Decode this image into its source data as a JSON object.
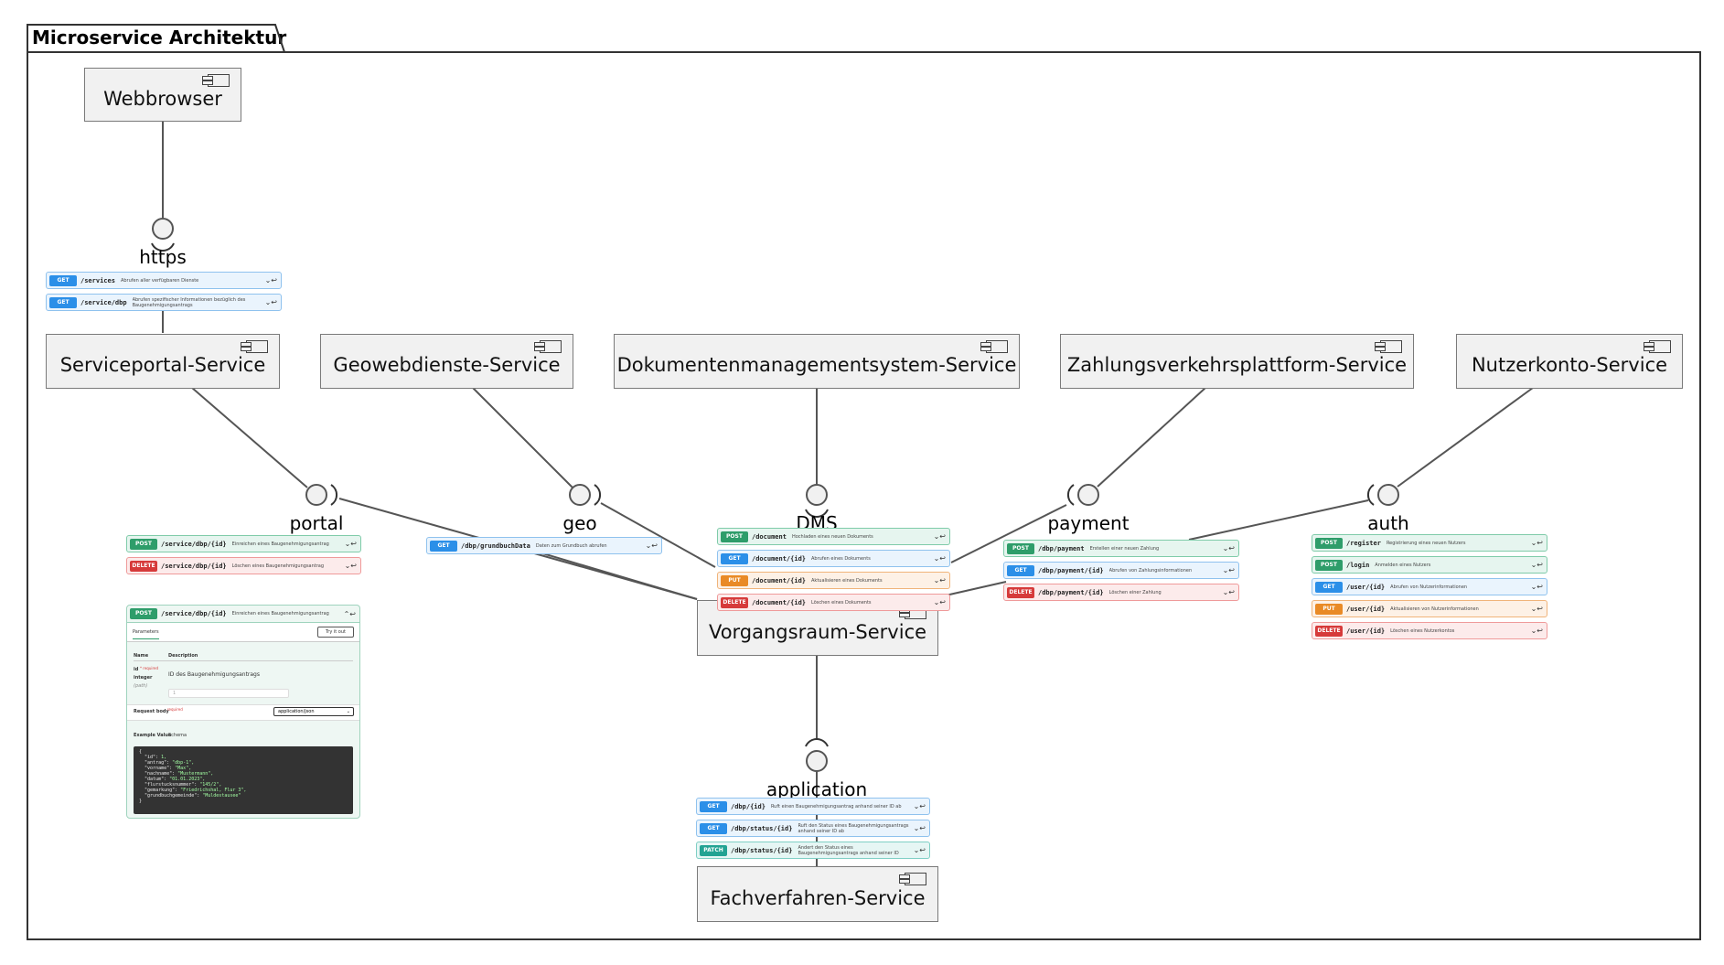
{
  "package": {
    "title": "Microservice Architektur"
  },
  "components": {
    "webbrowser": "Webbrowser",
    "serviceportal": "Serviceportal-Service",
    "geowebdienste": "Geowebdienste-Service",
    "dms": "Dokumentenmanagementsystem-Service",
    "zahlung": "Zahlungsverkehrsplattform-Service",
    "nutzerkonto": "Nutzerkonto-Service",
    "vorgangsraum": "Vorgangsraum-Service",
    "fachverfahren": "Fachverfahren-Service"
  },
  "interfaces": {
    "https": "https",
    "portal": "portal",
    "geo": "geo",
    "dms": "DMS",
    "payment": "payment",
    "auth": "auth",
    "application": "application"
  },
  "endpoints": {
    "https": [
      {
        "method": "GET",
        "path": "/services",
        "desc": "Abrufen aller verfügbaren Dienste"
      },
      {
        "method": "GET",
        "path": "/service/dbp",
        "desc": "Abrufen spezifischer Informationen bezüglich des Baugenehmigungsantrags"
      }
    ],
    "portal": [
      {
        "method": "POST",
        "path": "/service/dbp/{id}",
        "desc": "Einreichen eines Baugenehmigungsantrag"
      },
      {
        "method": "DELETE",
        "path": "/service/dbp/{id}",
        "desc": "Löschen eines Baugenehmigungsantrag"
      }
    ],
    "geo": [
      {
        "method": "GET",
        "path": "/dbp/grundbuchData",
        "desc": "Daten zum Grundbuch abrufen"
      }
    ],
    "dms": [
      {
        "method": "POST",
        "path": "/document",
        "desc": "Hochladen eines neuen Dokuments"
      },
      {
        "method": "GET",
        "path": "/document/{id}",
        "desc": "Abrufen eines Dokuments"
      },
      {
        "method": "PUT",
        "path": "/document/{id}",
        "desc": "Aktualisieren eines Dokuments"
      },
      {
        "method": "DELETE",
        "path": "/document/{id}",
        "desc": "Löschen eines Dokuments"
      }
    ],
    "payment": [
      {
        "method": "POST",
        "path": "/dbp/payment",
        "desc": "Erstellen einer neuen Zahlung"
      },
      {
        "method": "GET",
        "path": "/dbp/payment/{id}",
        "desc": "Abrufen von Zahlungsinformationen"
      },
      {
        "method": "DELETE",
        "path": "/dbp/payment/{id}",
        "desc": "Löschen einer Zahlung"
      }
    ],
    "auth": [
      {
        "method": "POST",
        "path": "/register",
        "desc": "Registrierung eines neuen Nutzers"
      },
      {
        "method": "POST",
        "path": "/login",
        "desc": "Anmelden eines Nutzers"
      },
      {
        "method": "GET",
        "path": "/user/{id}",
        "desc": "Abrufen von Nutzerinformationen"
      },
      {
        "method": "PUT",
        "path": "/user/{id}",
        "desc": "Aktualisieren von Nutzerinformationen"
      },
      {
        "method": "DELETE",
        "path": "/user/{id}",
        "desc": "Löschen eines Nutzerkontos"
      }
    ],
    "application": [
      {
        "method": "GET",
        "path": "/dbp/{id}",
        "desc": "Ruft einen Baugenehmigungsantrag anhand seiner ID ab"
      },
      {
        "method": "GET",
        "path": "/dbp/status/{id}",
        "desc": "Ruft den Status eines Baugenehmigungsantrags anhand seiner ID ab"
      },
      {
        "method": "PATCH",
        "path": "/dbp/status/{id}",
        "desc": "Ändert den Status eines Baugenehmigungsantrags anhand seiner ID"
      }
    ]
  },
  "detail": {
    "method": "POST",
    "path": "/service/dbp/{id}",
    "desc": "Einreichen eines Baugenehmigungsantrag",
    "tab": "Parameters",
    "try_label": "Try it out",
    "col_name": "Name",
    "col_desc": "Description",
    "param_name": "id",
    "param_required": "* required",
    "param_type": "integer",
    "param_in": "(path)",
    "param_desc": "ID des Baugenehmigungsantrags",
    "param_placeholder": "1",
    "body_label": "Request body",
    "body_required": "required",
    "content_type": "application/json",
    "example_label": "Example Value",
    "schema_label": "Schema",
    "example": [
      [
        "",
        "{",
        ""
      ],
      [
        "  ",
        "\"id\": ",
        "1,"
      ],
      [
        "  ",
        "\"antrag\": ",
        "\"dbp-1\","
      ],
      [
        "  ",
        "\"vorname\": ",
        "\"Max\","
      ],
      [
        "  ",
        "\"nachname\": ",
        "\"Mustermann\","
      ],
      [
        "  ",
        "\"datum\": ",
        "\"01.01.2023\","
      ],
      [
        "  ",
        "\"flurstucksnummer\": ",
        "\"145/2\","
      ],
      [
        "  ",
        "\"gemarkung\": ",
        "\"Friedrichshal, Flur 3\","
      ],
      [
        "  ",
        "\"grundbuchgemeinde\": ",
        "\"Muldestausee\""
      ],
      [
        "",
        "}",
        ""
      ]
    ]
  }
}
